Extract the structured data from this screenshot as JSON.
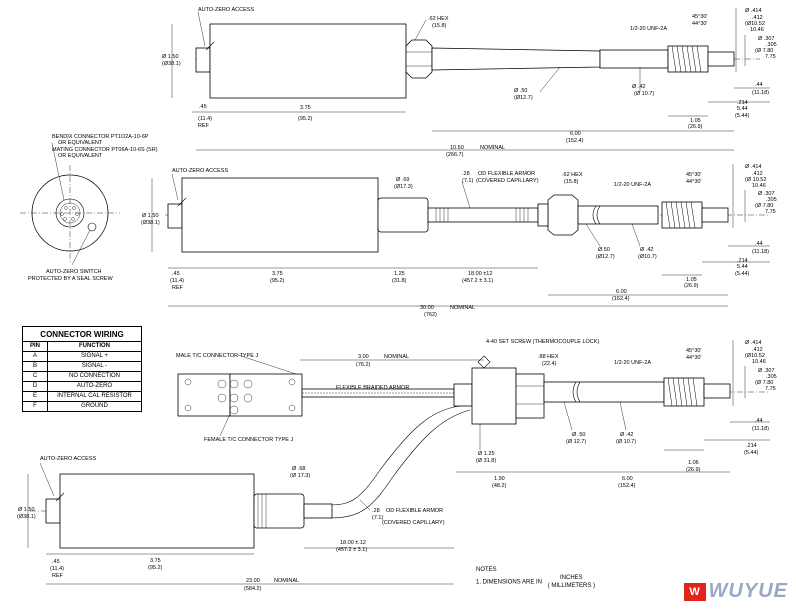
{
  "view1": {
    "auto_zero": "AUTO-ZERO ACCESS",
    "dia_body": "Ø 1.50",
    "dia_body_mm": "(Ø38.1)",
    "ref_len": ".45",
    "ref_len_mm": "(11.4)",
    "ref": "REF",
    "body_len": "3.75",
    "body_len_mm": "(95.2)",
    "hex": ".62 HEX",
    "hex_mm": "(15.8)",
    "stem_dia": "Ø .50",
    "stem_dia_mm": "(Ø12.7)",
    "tip_dia": "Ø .42",
    "tip_dia_mm": "(Ø 10.7)",
    "thread": "1/2-20 UNF-2A",
    "chamfer1": "45°30'",
    "chamfer2": "44°30'",
    "d414": "Ø .414",
    "d412": ".412",
    "d414_mm": "(Ø10.52",
    "d412_mm": "10.46",
    "d307": "Ø .307",
    "d305": ".305",
    "d307_mm": "(Ø 7.80",
    "d305_mm": "7.75",
    "tip44": ".44",
    "tip44_mm": "(11.18)",
    "tip214": ".214",
    "tip214_a": "5.44",
    "tip214_b": "(5.44)",
    "len105": "1.05",
    "len105_mm": "(26.9)",
    "len600": "6.00",
    "len600_mm": "(152.4)",
    "nominal_len": "10.50",
    "nominal_len_mm": "(266.7)",
    "nominal": "NOMINAL"
  },
  "end_view": {
    "bendix1": "BENDIX CONNECTOR PT1O2A-10-6P",
    "bendix2": "OR EQUIVALENT",
    "mating1": "MATING CONNECTOR PT06A-10-6S (SR)",
    "mating2": "OR EQUIVALENT",
    "switch1": "AUTO-ZERO SWITCH",
    "switch2": "PROTECTED BY A SEAL SCREW"
  },
  "view2": {
    "auto_zero": "AUTO-ZERO ACCESS",
    "dia_body": "Ø 1.50",
    "dia_body_mm": "(Ø38.1)",
    "ref_len": ".45",
    "ref_len_mm": "(11.4)",
    "ref": "REF",
    "body_len": "3.75",
    "body_len_mm": "(95.2)",
    "neck_dia": "Ø .69",
    "neck_dia_mm": "(Ø17.3)",
    "armor": ".28",
    "armor_mm": "(7.1)",
    "armor_lbl": "OD FLEXIBLE ARMOR",
    "armor_lbl2": "(COVERED CAPILLARY)",
    "neck_len": "1.25",
    "neck_len_mm": "(31.8)",
    "armor_len": "18.00 ±12",
    "armor_len_mm": "(457.2 ± 3.1)",
    "hex": ".62 HEX",
    "hex_mm": "(15.8)",
    "thread": "1/2-20 UNF-2A",
    "chamfer1": "45°30'",
    "chamfer2": "44°30'",
    "stem_dia": "Ø.50",
    "stem_dia_mm": "(Ø12.7)",
    "tip_dia": "Ø .42",
    "tip_dia_mm": "(Ø10.7)",
    "d414": "Ø .414",
    "d412": ".412",
    "d414_mm": "(Ø 10.52",
    "d412_mm": "10.46",
    "d307": "Ø .307",
    "d305": ".305",
    "d307_mm": "(Ø 7.80",
    "d305_mm": "7.75",
    "tip44": ".44",
    "tip44_mm": "(11.18)",
    "tip214": ".214",
    "tip214_a": "5.44",
    "tip214_b": "(5.44)",
    "len105": "1.05",
    "len105_mm": "(26.9)",
    "len600": "6.00",
    "len600_mm": "(152.4)",
    "nominal_len": "30.00",
    "nominal_len_mm": "(762)",
    "nominal": "NOMINAL"
  },
  "wiring": {
    "title": "CONNECTOR WIRING",
    "col_pin": "PIN",
    "col_fn": "FUNCTION",
    "rows": [
      {
        "pin": "A",
        "fn": "SIGNAL +"
      },
      {
        "pin": "B",
        "fn": "SIGNAL -"
      },
      {
        "pin": "C",
        "fn": "NO CONNECTION"
      },
      {
        "pin": "D",
        "fn": "AUTO-ZERO"
      },
      {
        "pin": "E",
        "fn": "INTERNAL CAL RESISTOR"
      },
      {
        "pin": "F",
        "fn": "GROUND"
      }
    ]
  },
  "view3": {
    "male_tc": "MALE T/C CONNECTOR TYPE J",
    "female_tc": "FEMALE T/C CONNECTOR TYPE J",
    "len300": "3.00",
    "len300_mm": "(76.2)",
    "nominal": "NOMINAL",
    "braided": "FLEXIBLE BRAIDED ARMOR",
    "setscrew": "4-40 SET SCREW (THERMOCOUPLE LOCK)",
    "hex": ".88 HEX",
    "hex_mm": "(22.4)",
    "thread": "1/2-20 UNF-2A",
    "chamfer1": "45°30'",
    "chamfer2": "44°30'",
    "d414": "Ø .414",
    "d412": ".412",
    "d414_mm": "(Ø10.52",
    "d412_mm": "10.46",
    "d307": "Ø .307",
    "d305": ".305",
    "d307_mm": "(Ø 7.80",
    "d305_mm": "7.75",
    "stem_dia": "Ø .50",
    "stem_dia_mm": "(Ø 12.7)",
    "tip_dia": "Ø .42",
    "tip_dia_mm": "(Ø 10.7)",
    "tip44": ".44",
    "tip44_mm": "(11.18)",
    "tip214": ".214",
    "tip214_mm": "(5.44)",
    "nut_dia": "Ø 1.25",
    "nut_dia_mm": "(Ø 31.8)",
    "len190": "1.90",
    "len190_mm": "(48.2)",
    "len600": "6.00",
    "len600_mm": "(152.4)",
    "len105": "1.06",
    "len105_mm": "(26.9)"
  },
  "view4": {
    "auto_zero": "AUTO-ZERO ACCESS",
    "dia_body": "Ø 1.50",
    "dia_body_mm": "(Ø38.1)",
    "neck_dia": "Ø .68",
    "neck_dia_mm": "(Ø 17.3)",
    "armor": ".28",
    "armor_mm": "(7.1)",
    "armor_lbl": "OD FLEXIBLE ARMOR",
    "armor_lbl2": "(COVERED CAPILLARY)",
    "armor_len": "18.00 ±.12",
    "armor_len_mm": "(457.2 ± 3.1)",
    "ref_len": ".45",
    "ref_len_mm": "(11.4)",
    "ref": "REF",
    "body_len": "3.75",
    "body_len_mm": "(95.2)",
    "nominal_len": "23.00",
    "nominal_len_mm": "(584.2)",
    "nominal": "NOMINAL"
  },
  "notes": {
    "title": "NOTES",
    "line1": "1. DIMENSIONS ARE IN",
    "unit1": "INCHES",
    "unit2": "( MILLIMETERS )"
  },
  "logo": {
    "text": "WUYUE"
  }
}
